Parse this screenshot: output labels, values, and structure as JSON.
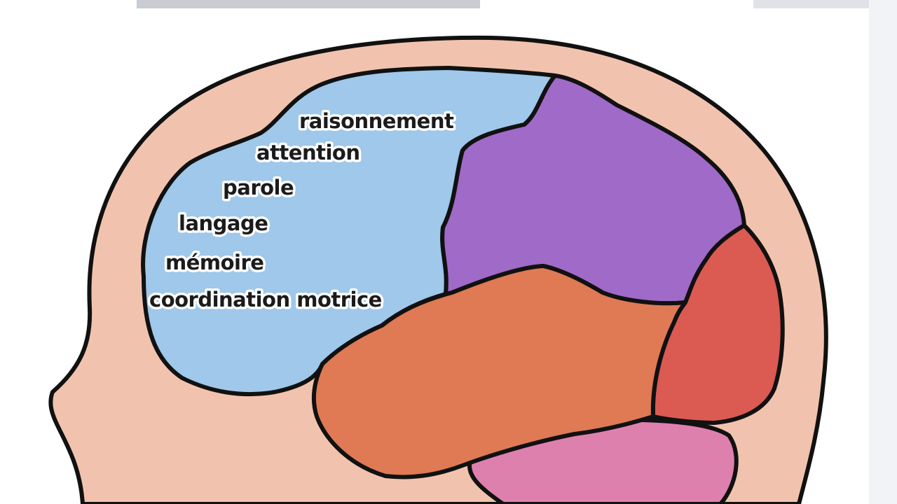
{
  "colors": {
    "background": "#ffffff",
    "skin": "#f1c3ae",
    "outline": "#111111",
    "frontal_lobe": "#9fc8ea",
    "parietal_lobe": "#a06ac8",
    "temporal_lobe": "#df7a55",
    "occipital_lobe": "#db5a52",
    "cerebellum": "#de80ad"
  },
  "frontal_lobe": {
    "functions": [
      "raisonnement",
      "attention",
      "parole",
      "langage",
      "mémoire",
      "coordination motrice"
    ]
  }
}
